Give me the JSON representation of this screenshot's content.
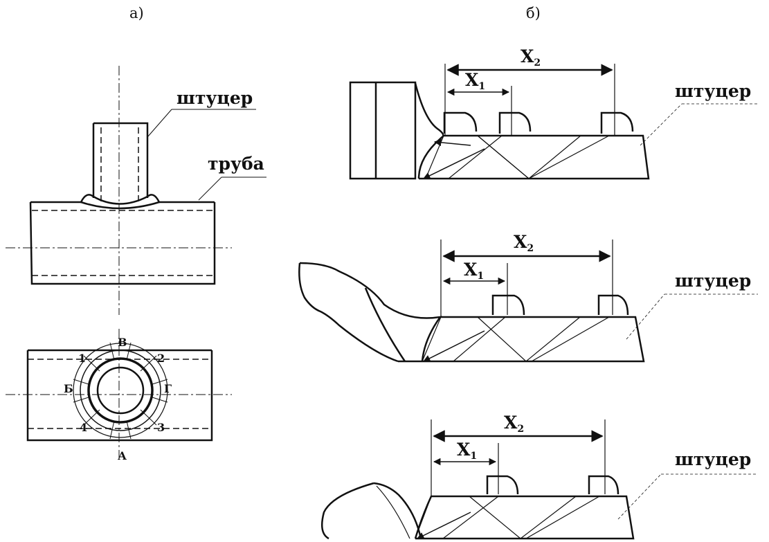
{
  "panels": {
    "a": {
      "label": "а)"
    },
    "b": {
      "label": "б)"
    }
  },
  "labels": {
    "fitting": "штуцер",
    "pipe": "труба"
  },
  "section_points": {
    "top": "В",
    "bottom": "А",
    "left": "Б",
    "right": "Г",
    "p1": "1",
    "p2": "2",
    "p3": "3",
    "p4": "4"
  },
  "distances": {
    "x_letter": "X",
    "x1_sub": "1",
    "x2_sub": "2"
  }
}
